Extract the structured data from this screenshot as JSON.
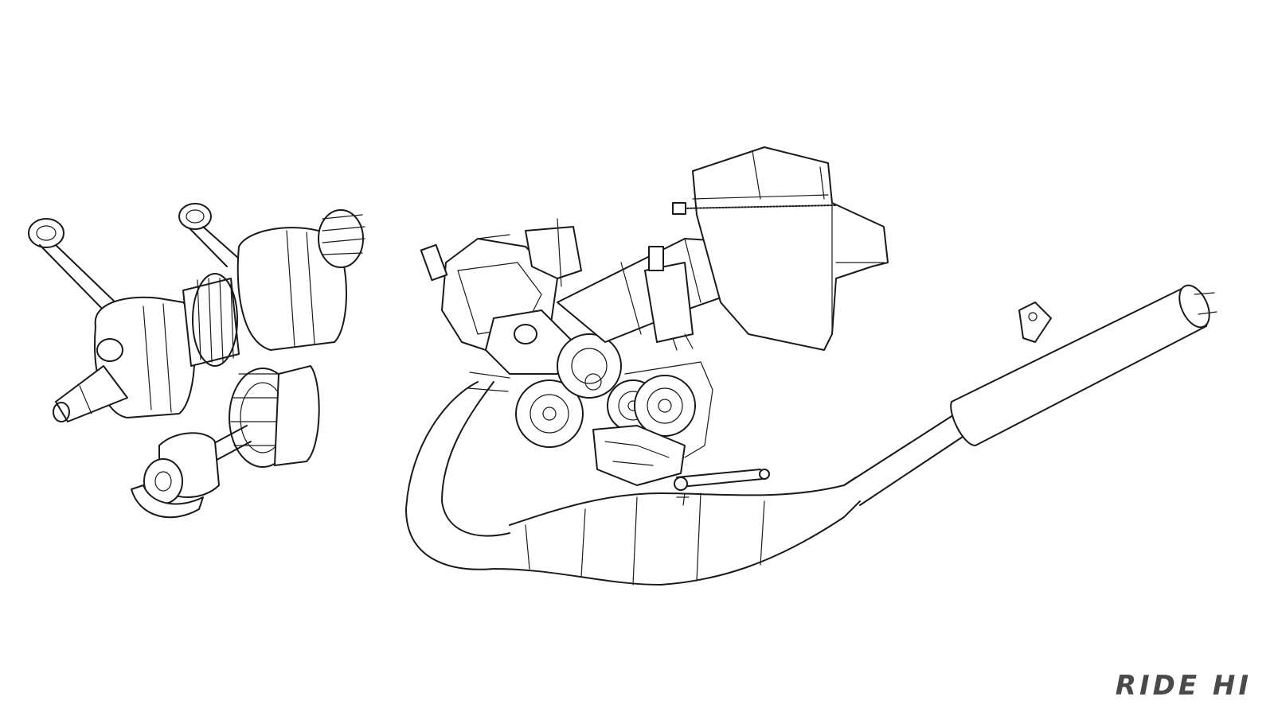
{
  "watermark": {
    "text": "RIDE HI",
    "color": "#4a4a4a"
  },
  "line_color": "#1a1a1a",
  "background": "#ffffff",
  "components": {
    "crankshaft": "crankshaft-assembly",
    "balancer": "balancer-shaft",
    "engine": "engine-cross-section",
    "airbox": "airbox",
    "exhaust": "expansion-chamber-exhaust",
    "silencer": "silencer"
  }
}
